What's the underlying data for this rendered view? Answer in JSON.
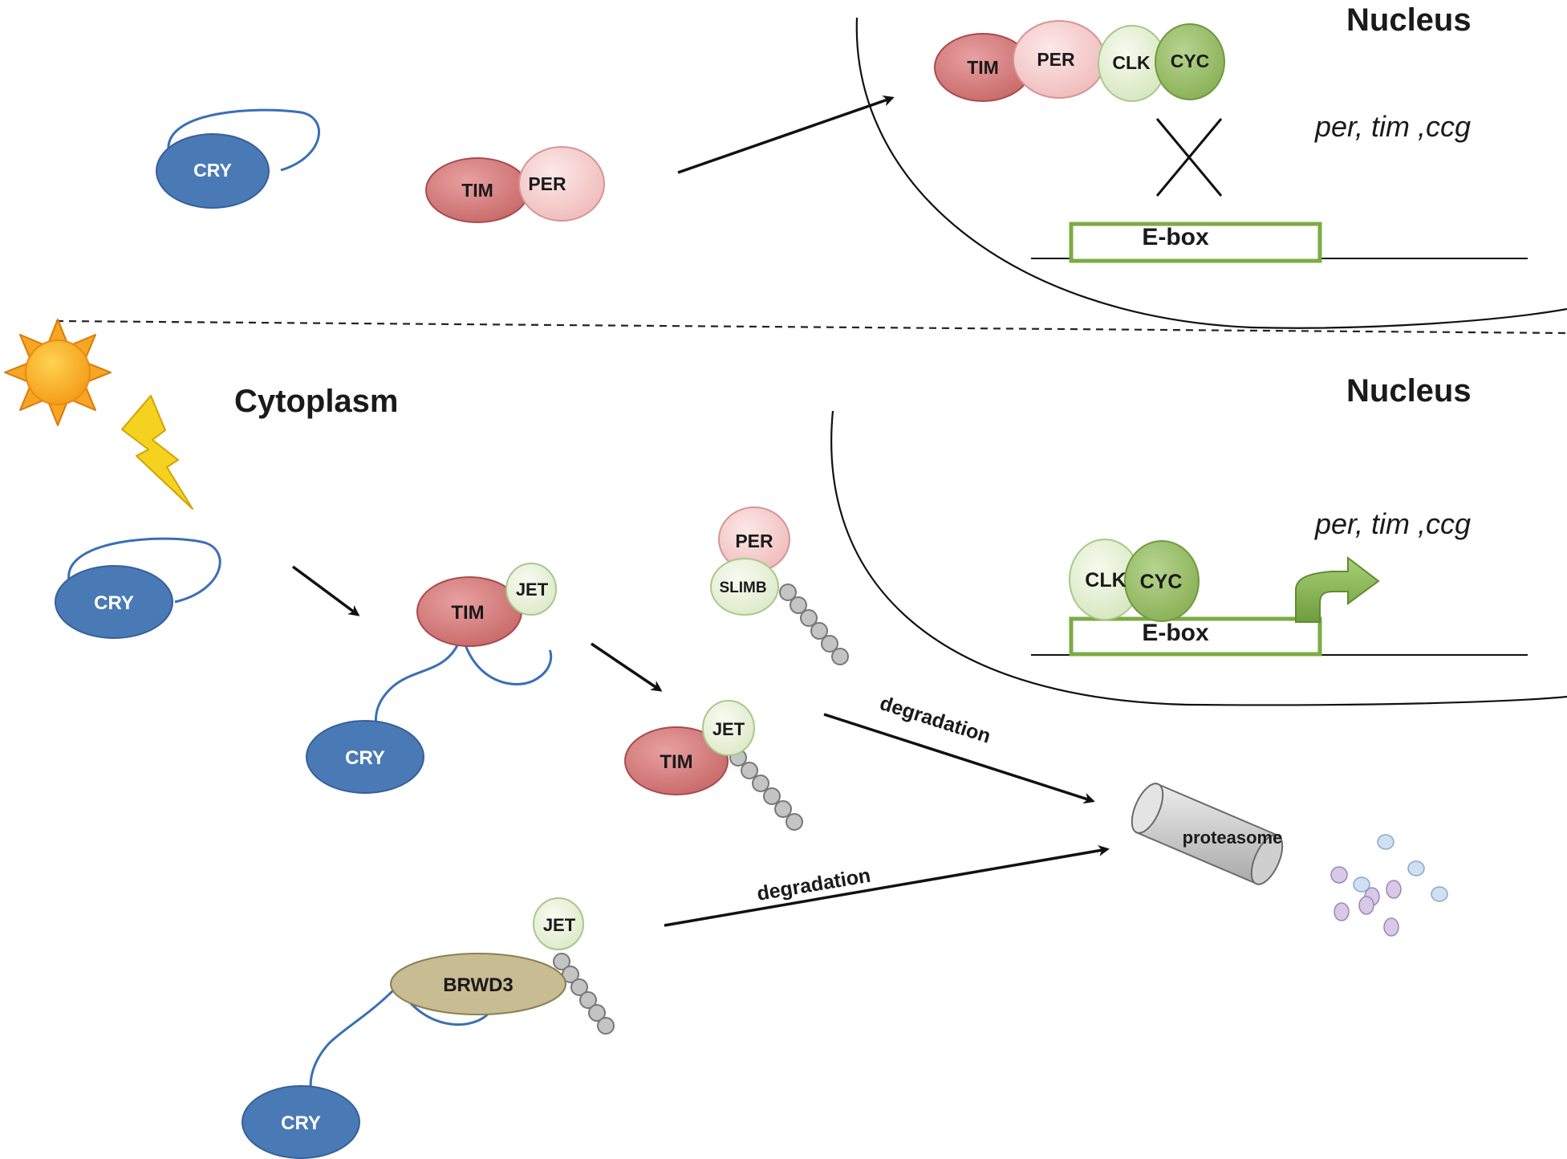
{
  "labels": {
    "nucleus_top": "Nucleus",
    "nucleus_bottom": "Nucleus",
    "cytoplasm": "Cytoplasm",
    "genes_top": "per, tim ,ccg",
    "genes_bottom": "per, tim ,ccg",
    "degradation_upper": "degradation",
    "degradation_lower": "degradation",
    "proteasome": "proteasome"
  },
  "top_panel": {
    "cry": "CRY",
    "tim": "TIM",
    "per": "PER",
    "complex_tim": "TIM",
    "complex_per": "PER",
    "complex_clk": "CLK",
    "complex_cyc": "CYC",
    "ebox": "E-box"
  },
  "bottom_panel": {
    "cry1": "CRY",
    "tim1": "TIM",
    "jet1": "JET",
    "cry2": "CRY",
    "per": "PER",
    "slimb": "SLIMB",
    "tim2": "TIM",
    "jet2": "JET",
    "brwd3": "BRWD3",
    "jet3": "JET",
    "cry3": "CRY",
    "clk": "CLK",
    "cyc": "CYC",
    "ebox": "E-box"
  },
  "colors": {
    "cry": "#4a7ab5",
    "tim": "#c96b6b",
    "per": "#f2c4c4",
    "clk": "#dfeccc",
    "cyc": "#94bb62",
    "jet": "#e6f0d4",
    "brwd3": "#c7bc92",
    "ebox_border": "#7cab45",
    "ubiquitin": "#b0b0b0",
    "sun": "#f6a623",
    "lightning": "#f5d21f"
  }
}
